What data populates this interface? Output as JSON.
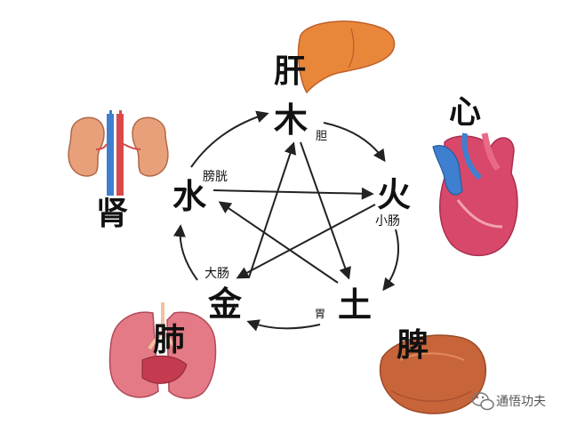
{
  "organs": {
    "liver": "肝",
    "heart": "心",
    "spleen": "脾",
    "lung": "肺",
    "kidney": "肾"
  },
  "elements": {
    "wood": "木",
    "fire": "火",
    "earth": "土",
    "metal": "金",
    "water": "水"
  },
  "bowels": {
    "gallbladder": "胆",
    "small_intestine": "小肠",
    "stomach": "胃",
    "large_intestine": "大肠",
    "bladder": "膀胱"
  },
  "watermark": "通悟功夫",
  "colors": {
    "arrow": "#222222",
    "liver": "#e8873a",
    "heart_red": "#d8486a",
    "heart_blue": "#3f7fd0",
    "spleen": "#c8643a",
    "lung": "#e47a86",
    "kidney": "#e8a07a"
  }
}
